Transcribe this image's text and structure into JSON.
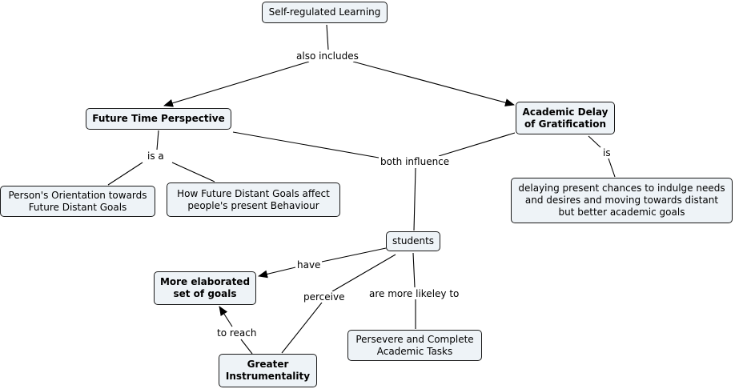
{
  "concepts": {
    "srl": "Self-regulated Learning",
    "ftp": "Future Time Perspective",
    "adg": "Academic Delay of Gratification",
    "orientation": "Person's Orientation towards Future Distant Goals",
    "future_goals": "How Future Distant Goals affect people's present Behaviour",
    "delaying": "delaying present chances to indulge needs and desires and moving towards distant but better academic goals",
    "students": "students",
    "elaborated": "More elaborated set of goals",
    "persevere": "Persevere and Complete Academic Tasks",
    "instrumentality": "Greater Instrumentality"
  },
  "linking_phrases": {
    "also_includes": "also includes",
    "is_a": "is a",
    "is": "is",
    "both_influence": "both influence",
    "have": "have",
    "perceive": "perceive",
    "are_more_likeley_to": "are more likeley to",
    "to_reach": "to reach"
  },
  "colors": {
    "node_fill": "#eef3f7",
    "node_border": "#1a1a1a",
    "line": "#000000"
  }
}
